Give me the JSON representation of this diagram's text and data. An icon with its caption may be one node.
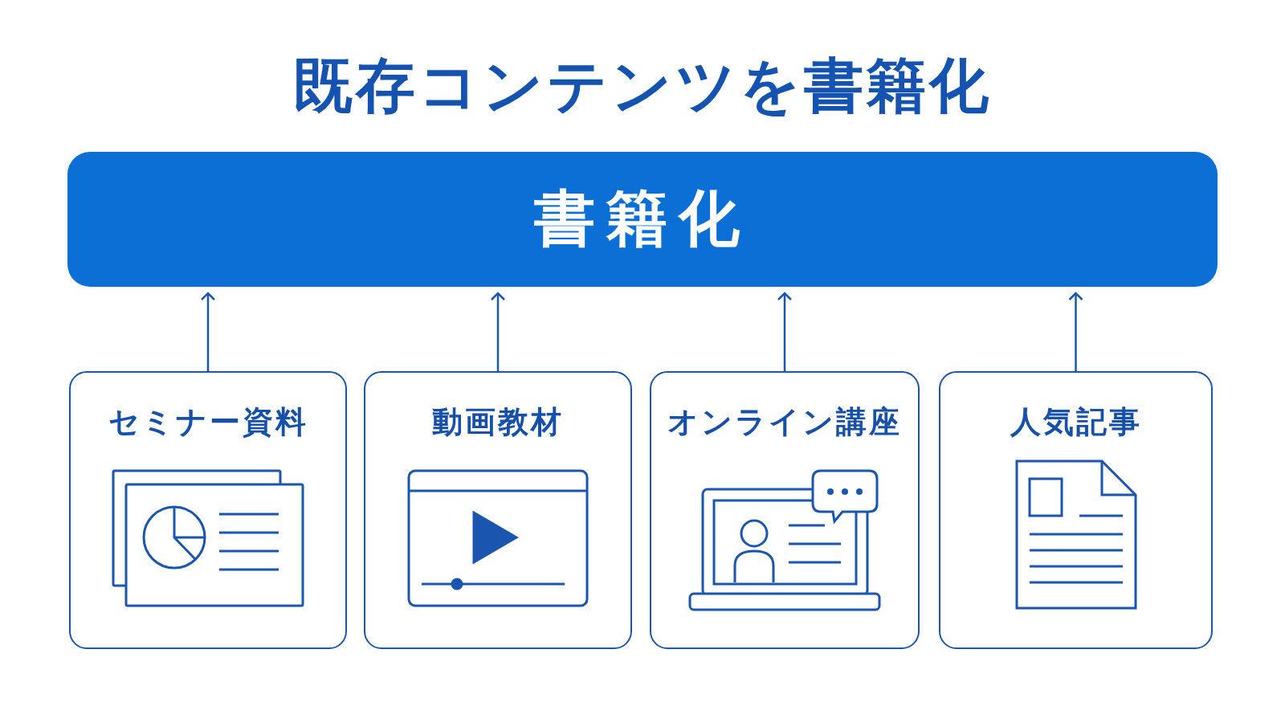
{
  "diagram": {
    "title": "既存コンテンツを書籍化",
    "nodes": [
      {
        "text": [
          "書籍化"
        ]
      },
      {
        "text": [
          "セミナー資料"
        ]
      },
      {
        "text": [
          "動画教材"
        ]
      },
      {
        "text": [
          "オンライン講座"
        ]
      },
      {
        "text": [
          "人気記事"
        ]
      }
    ],
    "edges": [
      {
        "from": 1,
        "to": 0,
        "arrow": "to"
      },
      {
        "from": 2,
        "to": 0,
        "arrow": "to"
      },
      {
        "from": 3,
        "to": 0,
        "arrow": "to"
      },
      {
        "from": 4,
        "to": 0,
        "arrow": "to"
      }
    ]
  }
}
